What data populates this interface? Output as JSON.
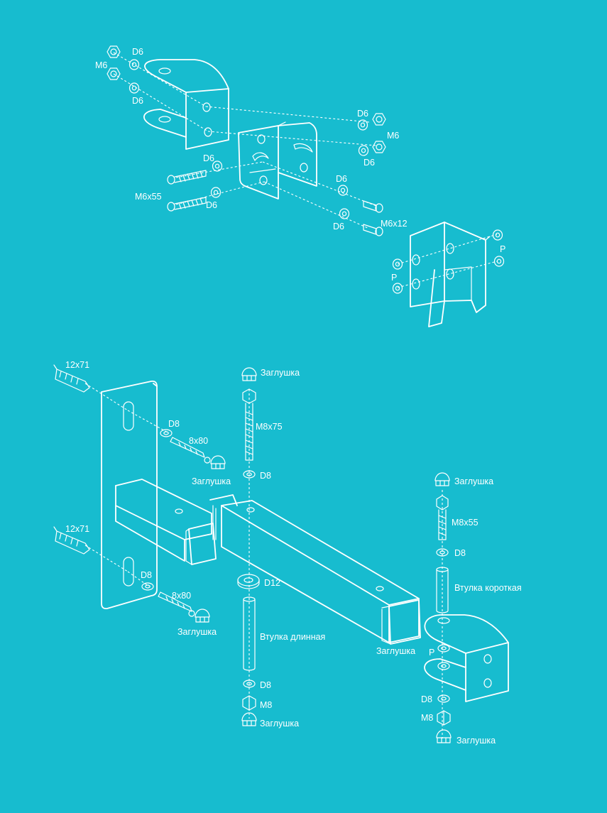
{
  "diagram": {
    "background": "#17BCCF",
    "line_color": "#FFFFFF",
    "top_assembly_labels": {
      "nut_left": "M6",
      "washer_left_top": "D6",
      "washer_left_mid": "D6",
      "washer_left_bolt_a": "D6",
      "washer_left_bolt_b": "D6",
      "bolt_left": "M6x55",
      "washer_right_top": "D6",
      "nut_right": "M6",
      "washer_right_mid": "D6",
      "washer_right_bolt_a": "D6",
      "washer_right_bolt_b": "D6",
      "bolt_right": "M6x12",
      "washer_p_right": "P",
      "washer_p_left": "P"
    },
    "bottom_assembly_labels": {
      "dowel_top": "12x71",
      "dowel_bottom": "12x71",
      "washer_d8_top": "D8",
      "screw_top": "8x80",
      "cap_screw_top": "Заглушка",
      "washer_d8_bottom": "D8",
      "screw_bottom": "8x80",
      "cap_screw_bottom": "Заглушка",
      "cap_bolt_long": "Заглушка",
      "bolt_long": "M8x75",
      "washer_d8_long_top": "D8",
      "washer_d12": "D12",
      "sleeve_long": "Втулка длинная",
      "washer_d8_long_bottom": "D8",
      "nut_m8_long": "M8",
      "cap_nut_long": "Заглушка",
      "cap_tube_end": "Заглушка",
      "cap_bolt_short": "Заглушка",
      "bolt_short": "M8x55",
      "washer_d8_short_top": "D8",
      "sleeve_short": "Втулка короткая",
      "washer_p": "P",
      "washer_d8_short_bottom": "D8",
      "nut_m8_short": "M8",
      "cap_nut_short": "Заглушка"
    }
  }
}
